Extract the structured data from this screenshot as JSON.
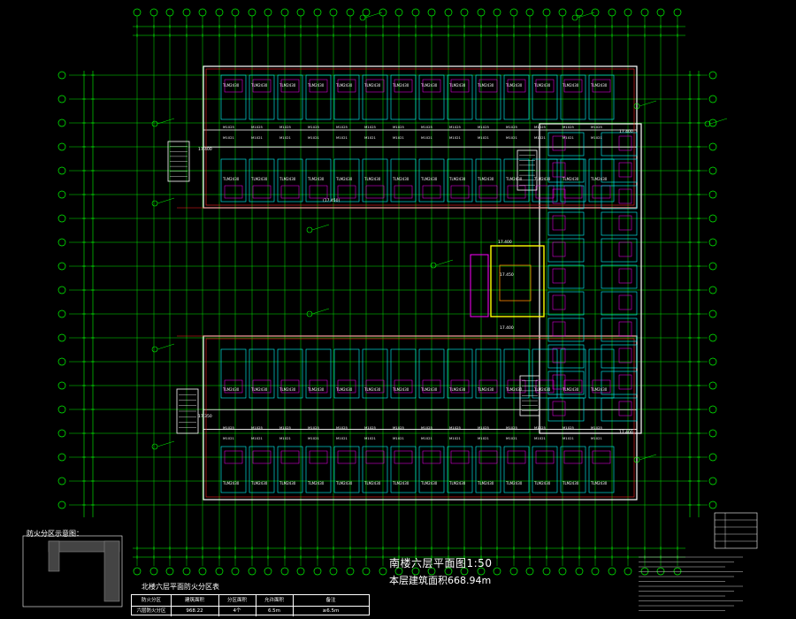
{
  "drawing": {
    "title": "南楼六层平面图1:50",
    "area_note": "本层建筑面积668.94m",
    "zone_diagram_title": "防火分区示意图：",
    "fire_table_title": "北楼六层平面防火分区表",
    "fire_table": {
      "header": [
        "防火分区",
        "建筑面积",
        "分区面积",
        "允许面积",
        "备注"
      ],
      "row": [
        "六层防火分区",
        "968.22",
        "4个",
        "6.5m",
        "≥6.5m"
      ]
    }
  },
  "labels": {
    "window_code": "TLM2430",
    "door_code_a": "M1025",
    "door_code_b": "M1021",
    "level_a": "17.400",
    "level_b": "17.350",
    "level_c": "17.450",
    "level_d": "(17.450)"
  },
  "colors": {
    "background": "#000000",
    "grid_line": "#00ff00",
    "wall": "#ffffff",
    "cyan": "#00ffff",
    "red": "#ff2020",
    "magenta": "#ff00ff",
    "yellow": "#ffff00",
    "orange": "#ff8800",
    "dim_white": "#ffffff"
  }
}
